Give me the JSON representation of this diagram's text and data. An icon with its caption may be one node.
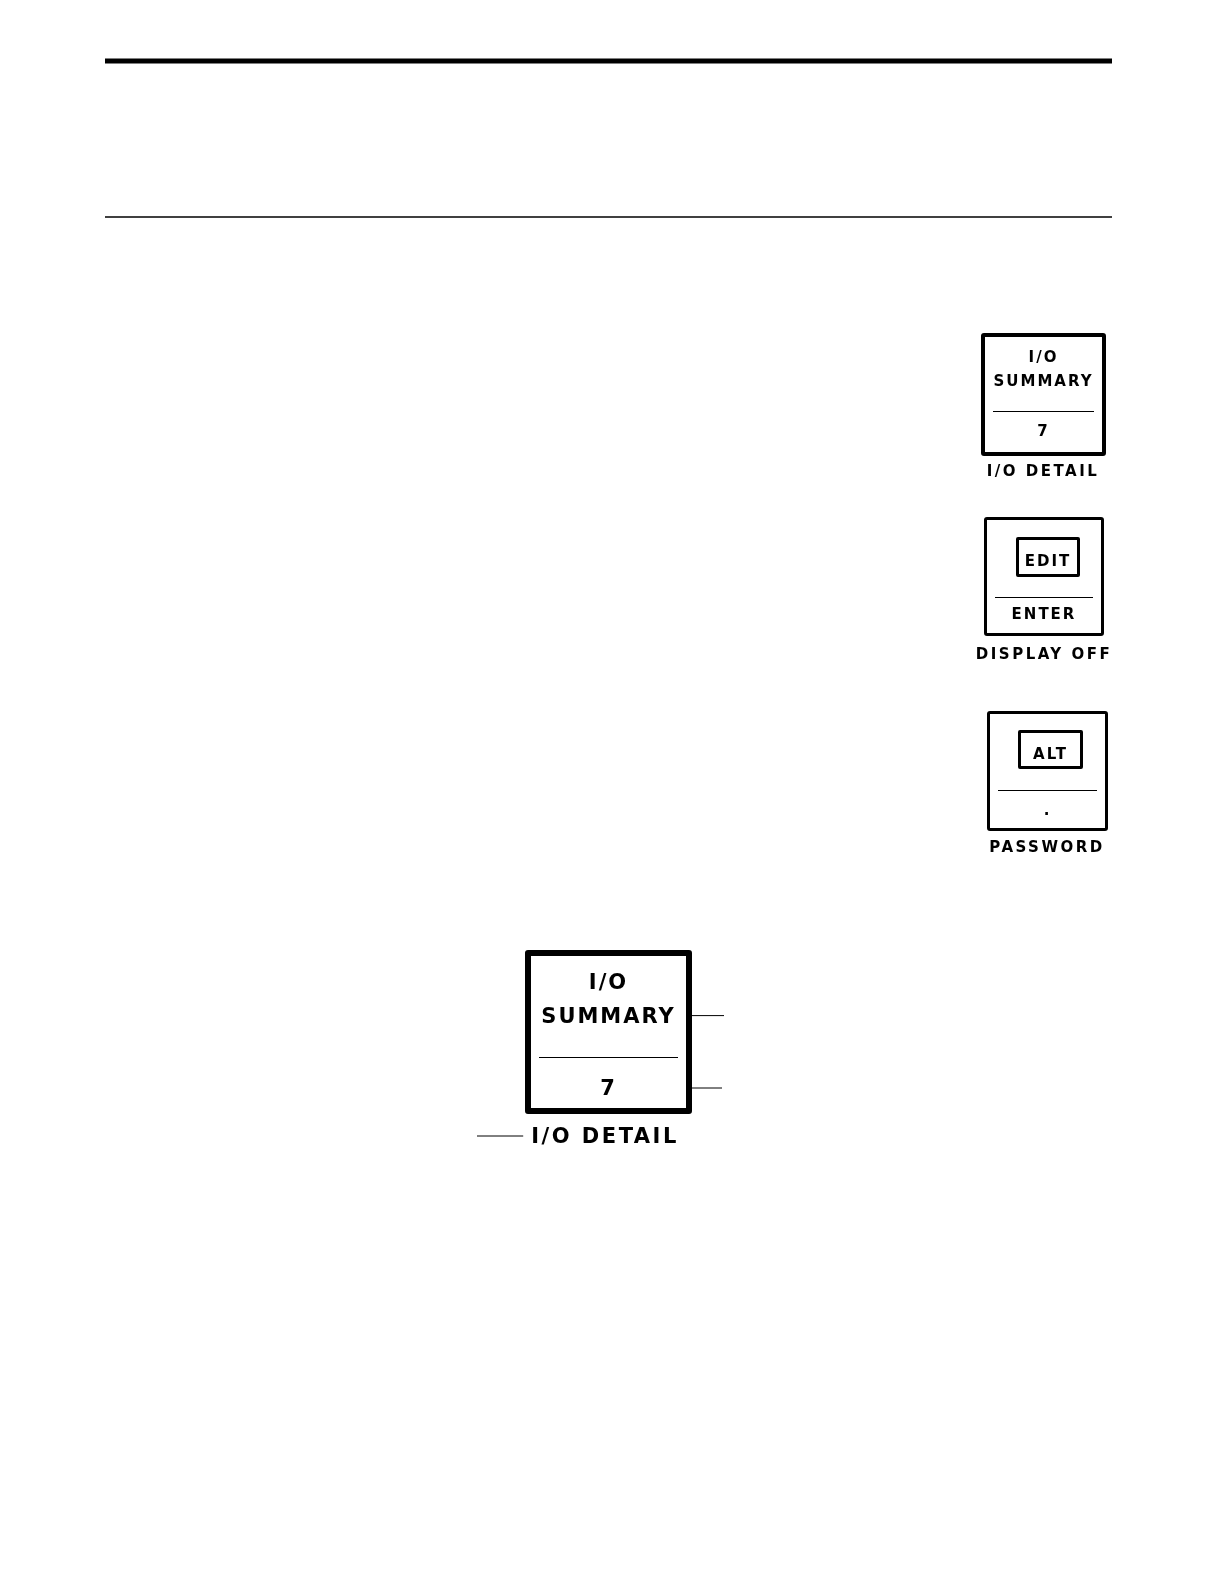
{
  "diagram": {
    "nodes": [
      {
        "text": [
          "I/O SUMMARY",
          "7"
        ],
        "beside": [
          "I/O DETAIL"
        ]
      },
      {
        "text": [
          "ENTER"
        ],
        "beside": [
          "DISPLAY OFF"
        ]
      },
      {
        "text": [
          "EDIT"
        ],
        "in": 1
      },
      {
        "text": [
          "."
        ],
        "beside": [
          "PASSWORD"
        ]
      },
      {
        "text": [
          "ALT"
        ],
        "in": 3
      },
      {
        "text": [
          "I/O SUMMARY",
          "7"
        ],
        "beside": [
          "I/O DETAIL"
        ]
      }
    ],
    "edges": [
      {
        "from": null,
        "to": 5,
        "arrow": "none"
      },
      {
        "from": null,
        "to": 5,
        "arrow": "none"
      },
      {
        "from": null,
        "to": 5,
        "arrow": "none"
      }
    ]
  }
}
